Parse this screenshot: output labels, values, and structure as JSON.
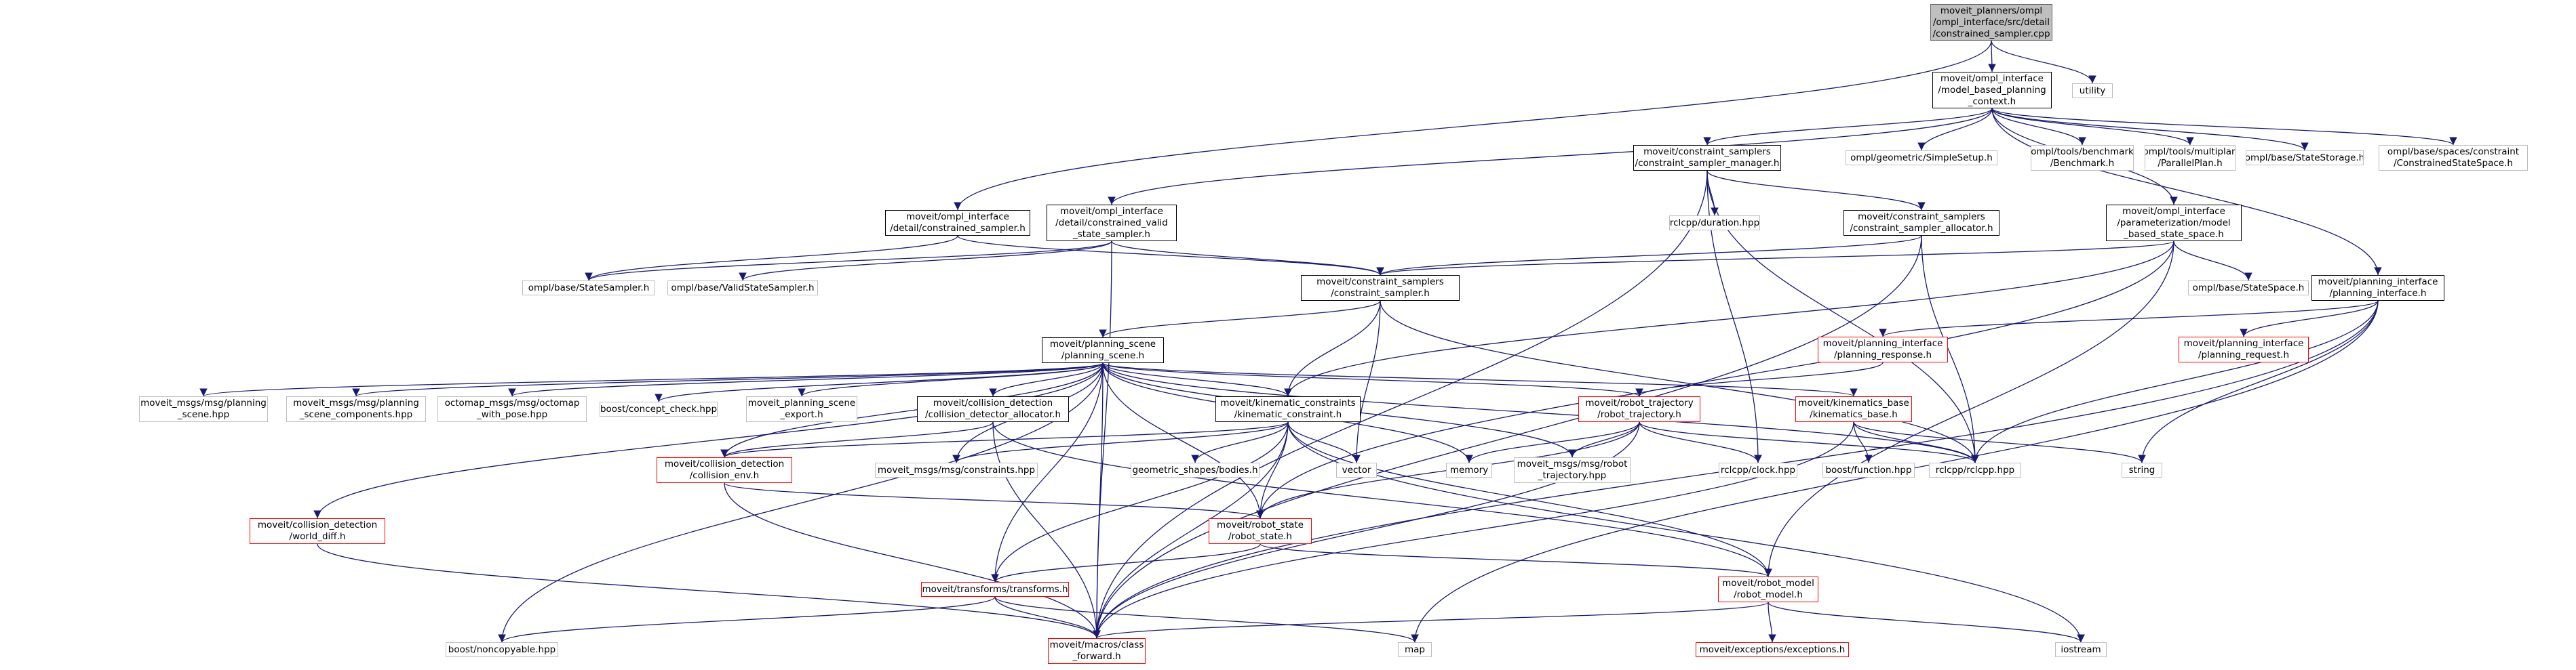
{
  "diagram": {
    "edge_color": "#191970",
    "nodes": [
      {
        "id": "root",
        "label": "moveit_planners/ompl\n/ompl_interface/src/detail\n/constrained_sampler.cpp",
        "kind": "root"
      },
      {
        "id": "mbpc",
        "label": "moveit/ompl_interface\n/model_based_planning\n_context.h",
        "kind": "dark"
      },
      {
        "id": "utility",
        "label": "utility",
        "kind": "grey"
      },
      {
        "id": "csm",
        "label": "moveit/constraint_samplers\n/constraint_sampler_manager.h",
        "kind": "dark"
      },
      {
        "id": "simplesetup",
        "label": "ompl/geometric/SimpleSetup.h",
        "kind": "grey"
      },
      {
        "id": "benchmark",
        "label": "ompl/tools/benchmark\n/Benchmark.h",
        "kind": "grey"
      },
      {
        "id": "parallelplan",
        "label": "ompl/tools/multiplan\n/ParallelPlan.h",
        "kind": "grey"
      },
      {
        "id": "statestorage",
        "label": "ompl/base/StateStorage.h",
        "kind": "grey"
      },
      {
        "id": "cstatespace",
        "label": "ompl/base/spaces/constraint\n/ConstrainedStateSpace.h",
        "kind": "grey"
      },
      {
        "id": "ocs",
        "label": "moveit/ompl_interface\n/detail/constrained_sampler.h",
        "kind": "dark"
      },
      {
        "id": "ocvs",
        "label": "moveit/ompl_interface\n/detail/constrained_valid\n_state_sampler.h",
        "kind": "dark"
      },
      {
        "id": "rclduration",
        "label": "rclcpp/duration.hpp",
        "kind": "grey"
      },
      {
        "id": "csa",
        "label": "moveit/constraint_samplers\n/constraint_sampler_allocator.h",
        "kind": "dark"
      },
      {
        "id": "pmbss",
        "label": "moveit/ompl_interface\n/parameterization/model\n_based_state_space.h",
        "kind": "dark"
      },
      {
        "id": "pi",
        "label": "moveit/planning_interface\n/planning_interface.h",
        "kind": "dark"
      },
      {
        "id": "statesampler",
        "label": "ompl/base/StateSampler.h",
        "kind": "grey"
      },
      {
        "id": "validss",
        "label": "ompl/base/ValidStateSampler.h",
        "kind": "grey"
      },
      {
        "id": "cs",
        "label": "moveit/constraint_samplers\n/constraint_sampler.h",
        "kind": "dark"
      },
      {
        "id": "statespace",
        "label": "ompl/base/StateSpace.h",
        "kind": "grey"
      },
      {
        "id": "presp",
        "label": "moveit/planning_interface\n/planning_response.h",
        "kind": "red"
      },
      {
        "id": "preq",
        "label": "moveit/planning_interface\n/planning_request.h",
        "kind": "red"
      },
      {
        "id": "ps",
        "label": "moveit/planning_scene\n/planning_scene.h",
        "kind": "dark"
      },
      {
        "id": "msg_ps",
        "label": "moveit_msgs/msg/planning\n_scene.hpp",
        "kind": "grey"
      },
      {
        "id": "msg_psc",
        "label": "moveit_msgs/msg/planning\n_scene_components.hpp",
        "kind": "grey"
      },
      {
        "id": "octomap",
        "label": "octomap_msgs/msg/octomap\n_with_pose.hpp",
        "kind": "grey"
      },
      {
        "id": "conceptcheck",
        "label": "boost/concept_check.hpp",
        "kind": "grey"
      },
      {
        "id": "psexport",
        "label": "moveit_planning_scene\n_export.h",
        "kind": "grey"
      },
      {
        "id": "cda",
        "label": "moveit/collision_detection\n/collision_detector_allocator.h",
        "kind": "dark"
      },
      {
        "id": "kc",
        "label": "moveit/kinematic_constraints\n/kinematic_constraint.h",
        "kind": "dark"
      },
      {
        "id": "rt",
        "label": "moveit/robot_trajectory\n/robot_trajectory.h",
        "kind": "red"
      },
      {
        "id": "kb",
        "label": "moveit/kinematics_base\n/kinematics_base.h",
        "kind": "red"
      },
      {
        "id": "ce",
        "label": "moveit/collision_detection\n/collision_env.h",
        "kind": "red"
      },
      {
        "id": "constraintshpp",
        "label": "moveit_msgs/msg/constraints.hpp",
        "kind": "grey"
      },
      {
        "id": "bodies",
        "label": "geometric_shapes/bodies.h",
        "kind": "grey"
      },
      {
        "id": "vector",
        "label": "vector",
        "kind": "grey"
      },
      {
        "id": "memory",
        "label": "memory",
        "kind": "grey"
      },
      {
        "id": "rtmsg",
        "label": "moveit_msgs/msg/robot\n_trajectory.hpp",
        "kind": "grey"
      },
      {
        "id": "rclclock",
        "label": "rclcpp/clock.hpp",
        "kind": "grey"
      },
      {
        "id": "boostfunc",
        "label": "boost/function.hpp",
        "kind": "grey"
      },
      {
        "id": "rclcpp",
        "label": "rclcpp/rclcpp.hpp",
        "kind": "grey"
      },
      {
        "id": "string",
        "label": "string",
        "kind": "grey"
      },
      {
        "id": "wd",
        "label": "moveit/collision_detection\n/world_diff.h",
        "kind": "red"
      },
      {
        "id": "rs",
        "label": "moveit/robot_state\n/robot_state.h",
        "kind": "red"
      },
      {
        "id": "tf",
        "label": "moveit/transforms/transforms.h",
        "kind": "red"
      },
      {
        "id": "rm",
        "label": "moveit/robot_model\n/robot_model.h",
        "kind": "red"
      },
      {
        "id": "noncopy",
        "label": "boost/noncopyable.hpp",
        "kind": "grey"
      },
      {
        "id": "macros",
        "label": "moveit/macros/class\n_forward.h",
        "kind": "red"
      },
      {
        "id": "map",
        "label": "map",
        "kind": "grey"
      },
      {
        "id": "iostream",
        "label": "iostream",
        "kind": "grey"
      },
      {
        "id": "exc",
        "label": "moveit/exceptions/exceptions.h",
        "kind": "red"
      }
    ],
    "edges": [
      [
        "root",
        "mbpc"
      ],
      [
        "root",
        "utility"
      ],
      [
        "root",
        "ocs"
      ],
      [
        "mbpc",
        "csm"
      ],
      [
        "mbpc",
        "simplesetup"
      ],
      [
        "mbpc",
        "benchmark"
      ],
      [
        "mbpc",
        "parallelplan"
      ],
      [
        "mbpc",
        "statestorage"
      ],
      [
        "mbpc",
        "cstatespace"
      ],
      [
        "mbpc",
        "ocvs"
      ],
      [
        "mbpc",
        "pmbss"
      ],
      [
        "mbpc",
        "pi"
      ],
      [
        "csm",
        "rclduration"
      ],
      [
        "csm",
        "csa"
      ],
      [
        "csm",
        "rclclock"
      ],
      [
        "csm",
        "rclcpp"
      ],
      [
        "csm",
        "macros"
      ],
      [
        "ocs",
        "statesampler"
      ],
      [
        "ocs",
        "cs"
      ],
      [
        "ocvs",
        "statesampler"
      ],
      [
        "ocvs",
        "validss"
      ],
      [
        "ocvs",
        "cs"
      ],
      [
        "ocvs",
        "macros"
      ],
      [
        "csa",
        "cs"
      ],
      [
        "csa",
        "rclcpp"
      ],
      [
        "csa",
        "macros"
      ],
      [
        "pmbss",
        "cs"
      ],
      [
        "pmbss",
        "statespace"
      ],
      [
        "pmbss",
        "kc"
      ],
      [
        "pmbss",
        "rs"
      ],
      [
        "pmbss",
        "rm"
      ],
      [
        "pi",
        "presp"
      ],
      [
        "pi",
        "preq"
      ],
      [
        "pi",
        "rclcpp"
      ],
      [
        "pi",
        "string"
      ],
      [
        "pi",
        "macros"
      ],
      [
        "pi",
        "map"
      ],
      [
        "presp",
        "rt"
      ],
      [
        "cs",
        "ps"
      ],
      [
        "cs",
        "kc"
      ],
      [
        "cs",
        "vector"
      ],
      [
        "cs",
        "rclcpp"
      ],
      [
        "ps",
        "msg_ps"
      ],
      [
        "ps",
        "msg_psc"
      ],
      [
        "ps",
        "octomap"
      ],
      [
        "ps",
        "conceptcheck"
      ],
      [
        "ps",
        "psexport"
      ],
      [
        "ps",
        "cda"
      ],
      [
        "ps",
        "kc"
      ],
      [
        "ps",
        "rt"
      ],
      [
        "ps",
        "kb"
      ],
      [
        "ps",
        "wd"
      ],
      [
        "ps",
        "ce"
      ],
      [
        "ps",
        "constraintshpp"
      ],
      [
        "ps",
        "memory"
      ],
      [
        "ps",
        "rtmsg"
      ],
      [
        "ps",
        "rclcpp"
      ],
      [
        "ps",
        "tf"
      ],
      [
        "ps",
        "noncopy"
      ],
      [
        "ps",
        "macros"
      ],
      [
        "ps",
        "rs"
      ],
      [
        "cda",
        "ce"
      ],
      [
        "cda",
        "macros"
      ],
      [
        "cda",
        "rm"
      ],
      [
        "kc",
        "ce"
      ],
      [
        "kc",
        "constraintshpp"
      ],
      [
        "kc",
        "bodies"
      ],
      [
        "kc",
        "vector"
      ],
      [
        "kc",
        "rs"
      ],
      [
        "kc",
        "tf"
      ],
      [
        "kc",
        "rm"
      ],
      [
        "kc",
        "macros"
      ],
      [
        "kc",
        "iostream"
      ],
      [
        "rt",
        "memory"
      ],
      [
        "rt",
        "rtmsg"
      ],
      [
        "rt",
        "rclclock"
      ],
      [
        "rt",
        "rclcpp"
      ],
      [
        "rt",
        "rs"
      ],
      [
        "rt",
        "macros"
      ],
      [
        "kb",
        "boostfunc"
      ],
      [
        "kb",
        "rclcpp"
      ],
      [
        "kb",
        "string"
      ],
      [
        "kb",
        "macros"
      ],
      [
        "ce",
        "rs"
      ],
      [
        "ce",
        "macros"
      ],
      [
        "wd",
        "macros"
      ],
      [
        "rs",
        "tf"
      ],
      [
        "rs",
        "rm"
      ],
      [
        "tf",
        "macros"
      ],
      [
        "tf",
        "map"
      ],
      [
        "tf",
        "noncopy"
      ],
      [
        "rm",
        "macros"
      ],
      [
        "rm",
        "exc"
      ],
      [
        "rm",
        "iostream"
      ]
    ]
  }
}
